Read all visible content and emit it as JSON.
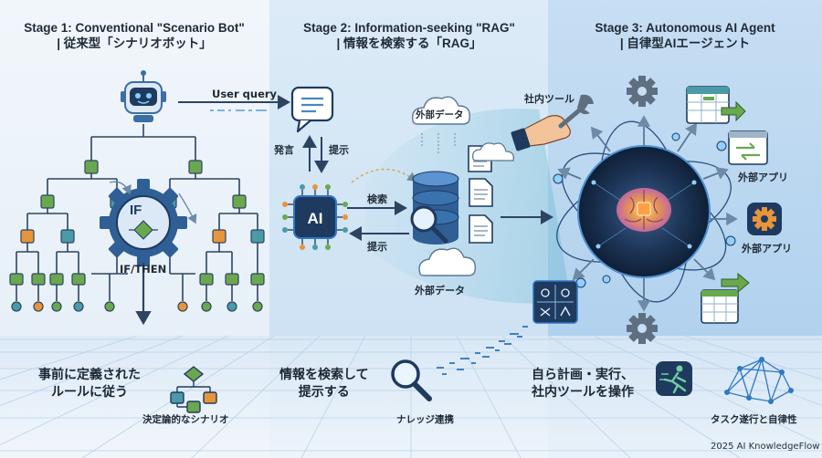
{
  "stage1": {
    "title_en": "Stage 1: Conventional \"Scenario Bot\"",
    "title_ja": "| 従来型「シナリオボット」",
    "if_label": "IF",
    "ifthen_label": "IF/THEN",
    "summary": [
      "事前に定義された",
      "ルールに従う"
    ],
    "caption": "決定論的なシナリオ"
  },
  "stage2": {
    "title_en": "Stage 2: Information-seeking \"RAG\"",
    "title_ja": "| 情報を検索する「RAG」",
    "user_query": "User query",
    "ai_label": "AI",
    "speak": "発言",
    "present_top": "提示",
    "search": "検索",
    "present_bottom": "提示",
    "external_data_top": "外部データ",
    "external_data_bottom": "外部データ",
    "summary": [
      "情報を検索して",
      "提示する"
    ],
    "caption": "ナレッジ連携"
  },
  "stage3": {
    "title_en": "Stage 3: Autonomous AI Agent",
    "title_ja": "| 自律型AIエージェント",
    "internal_tool": "社内ツール",
    "external_app_1": "外部アプリ",
    "external_app_2": "外部アプリ",
    "summary": [
      "自ら計画・実行、",
      "社内ツールを操作"
    ],
    "caption": "タスク遂行と自律性"
  },
  "footer": {
    "brand": "2025 AI KnowledgeFlow"
  },
  "colors": {
    "navy": "#1f3a5f",
    "blue": "#2f78c4",
    "green": "#6aa84f",
    "teal": "#4a9aa8",
    "orange": "#e8943a",
    "panel1": "#e4eef8",
    "panel2": "#cfe3f3",
    "panel3": "#b7d6f0"
  },
  "icons": [
    "robot-icon",
    "gear-icon",
    "chat-icon",
    "ai-chip-icon",
    "database-icon",
    "magnifier-icon",
    "document-icon",
    "cloud-icon",
    "brain-icon",
    "hand-wrench-icon",
    "spreadsheet-icon",
    "app-window-icon",
    "runner-icon",
    "network-icon",
    "flowchart-icon"
  ]
}
